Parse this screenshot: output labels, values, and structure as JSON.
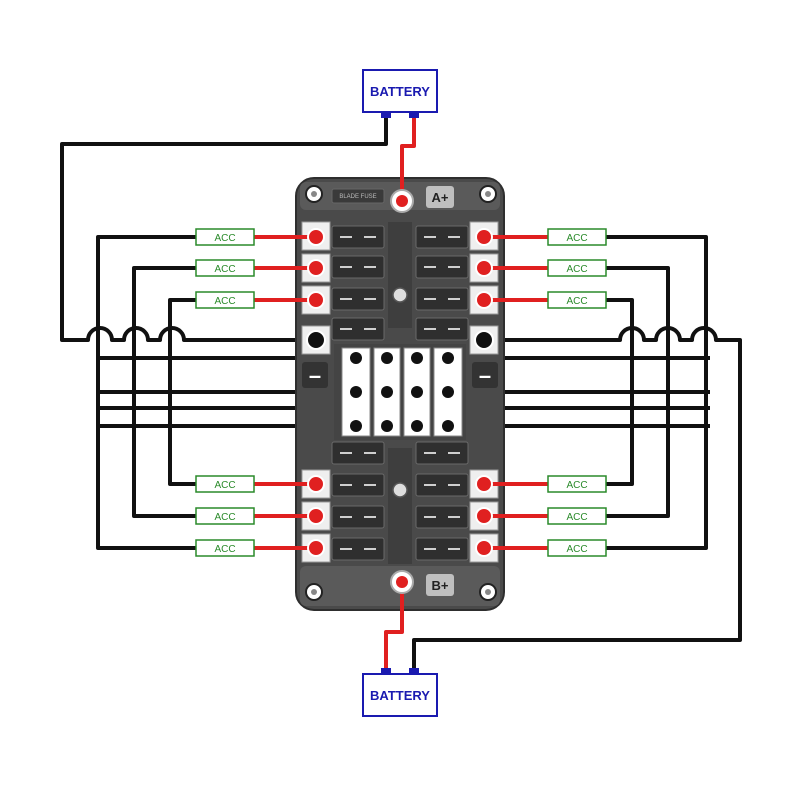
{
  "battery_top": {
    "label": "BATTERY"
  },
  "battery_bottom": {
    "label": "BATTERY"
  },
  "fuse_block": {
    "model_label": "BLADE FUSE",
    "pos_a_label": "A+",
    "pos_b_label": "B+",
    "neg_label_left": "–",
    "neg_label_right": "–"
  },
  "accessory_label": "ACC",
  "accessories": {
    "top_left": [
      "ACC",
      "ACC",
      "ACC"
    ],
    "top_right": [
      "ACC",
      "ACC",
      "ACC"
    ],
    "bottom_left": [
      "ACC",
      "ACC",
      "ACC"
    ],
    "bottom_right": [
      "ACC",
      "ACC",
      "ACC"
    ]
  },
  "colors": {
    "positive_wire": "#e02020",
    "negative_wire": "#111111",
    "battery_border": "#1a1ab0",
    "acc_border": "#2a8a2a",
    "block_body": "#4a4a4a"
  }
}
